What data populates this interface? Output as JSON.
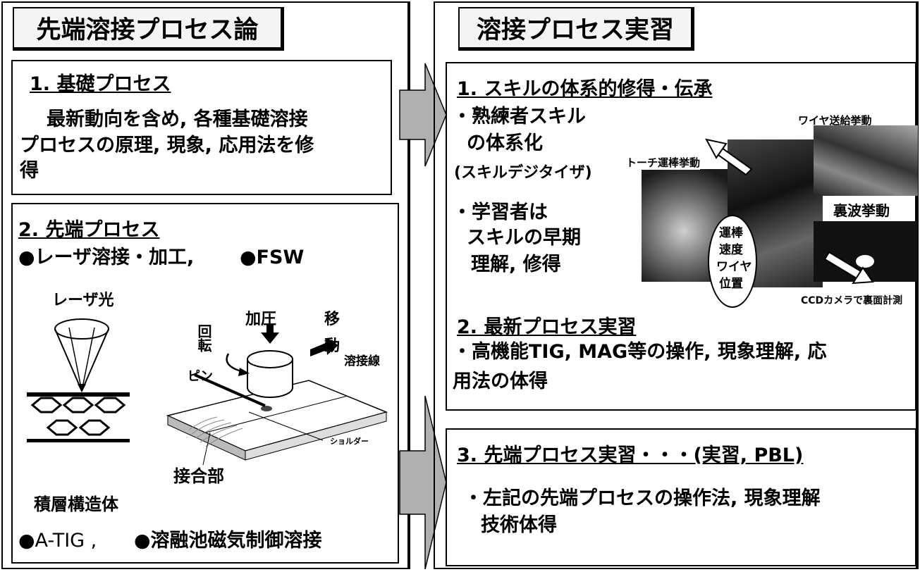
{
  "left": {
    "title": "先端溶接プロセス論",
    "s1": {
      "heading": "1. 基礎プロセス",
      "line1": "最新動向を含め, 各種基礎溶接",
      "line2": "プロセスの原理, 現象, 応用法を修",
      "line3": "得"
    },
    "s2": {
      "heading": "2. 先端プロセス",
      "bullet1a": "●レーザ溶接・加工,",
      "bullet1b": "●FSW",
      "laser_label": "レーザ光",
      "stack_label": "積層構造体",
      "fsw": {
        "rotate": "回転",
        "pressure": "加圧",
        "move1": "移",
        "move2": "動",
        "weldline": "溶接線",
        "pin": "ピン",
        "shoulder": "ショルダー",
        "joint": "接合部"
      },
      "bullet2a": "●A-TIG ,",
      "bullet2b": "●溶融池磁気制御溶接"
    }
  },
  "right": {
    "title": "溶接プロセス実習",
    "s1": {
      "heading": "1. スキルの体系的修得・伝承",
      "b1a": "・熟練者スキル",
      "b1b": "の体系化",
      "b1c": "(スキルデジタイザ)",
      "b2a": "・学習者は",
      "b2b": "スキルの早期",
      "b2c": "理解, 修得",
      "torch_label": "トーチ運棒挙動",
      "wire_label": "ワイヤ送給挙動",
      "back_label": "裏波挙動",
      "circle_lines": [
        "運棒",
        "速度",
        "ワイヤ",
        "位置"
      ],
      "ccd_label": "CCDカメラで裏面計測"
    },
    "s2": {
      "heading": "2. 最新プロセス実習",
      "line1": "・高機能TIG, MAG等の操作, 現象理解, 応",
      "line2": "用法の体得"
    },
    "s3": {
      "heading": "3. 先端プロセス実習・・・(実習, PBL)",
      "line1": "・左記の先端プロセスの操作法, 現象理解",
      "line2": "技術体得"
    }
  }
}
